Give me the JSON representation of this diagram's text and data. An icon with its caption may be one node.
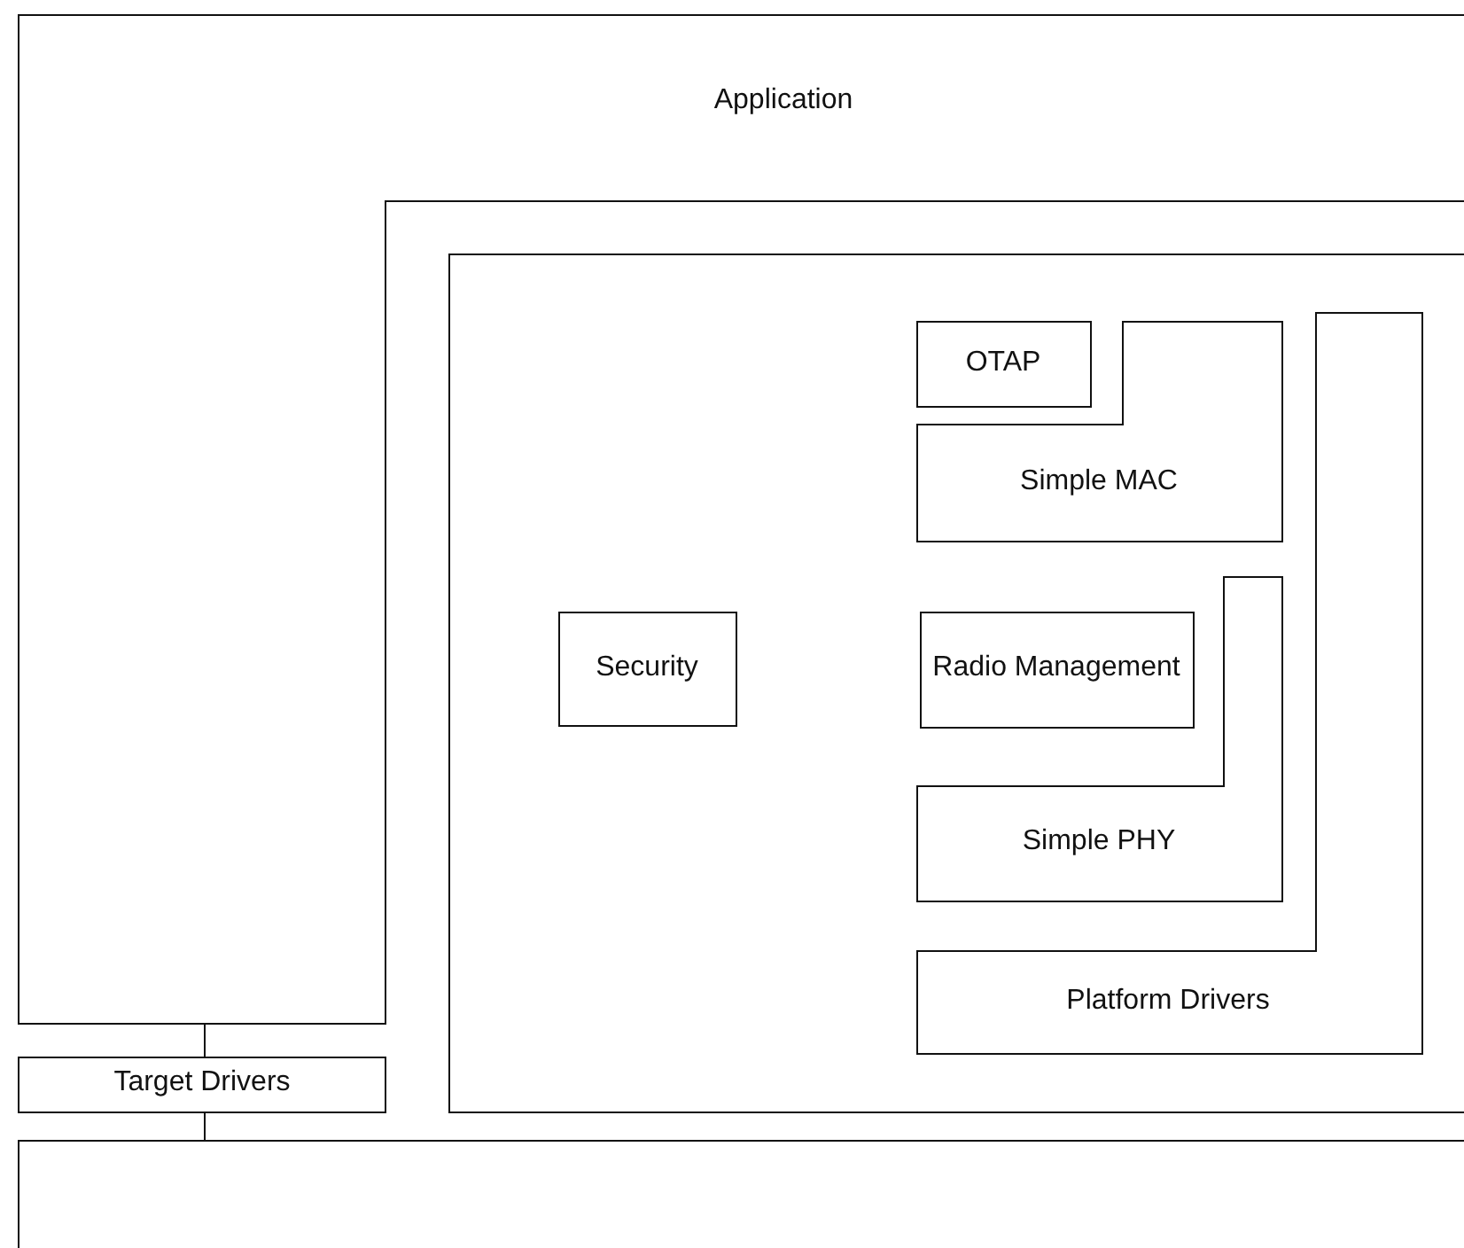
{
  "diagram": {
    "nodes": [
      {
        "text": [
          "Application"
        ]
      },
      {
        "text": [],
        "shape": "box"
      },
      {
        "text": [
          "OTAP"
        ],
        "in": 1
      },
      {
        "text": [
          "Simple MAC"
        ],
        "in": 1
      },
      {
        "text": [
          "Security"
        ],
        "in": 1
      },
      {
        "text": [
          "Radio Management"
        ],
        "in": 1
      },
      {
        "text": [
          "Simple PHY"
        ],
        "in": 1
      },
      {
        "text": [
          "Platform Drivers"
        ],
        "in": 1
      },
      {
        "text": [
          "Target Drivers"
        ]
      },
      {
        "text": [],
        "shape": "box"
      }
    ],
    "edges": [
      {
        "from": 0,
        "to": 8,
        "arrow": "none"
      },
      {
        "from": 8,
        "to": 9,
        "arrow": "none"
      }
    ]
  }
}
